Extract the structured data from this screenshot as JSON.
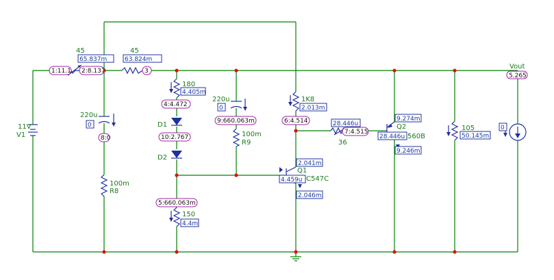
{
  "components": {
    "V1": {
      "name": "V1",
      "value": "11V"
    },
    "Rin": {
      "value": "45"
    },
    "Rs2": {
      "value": "45"
    },
    "C1": {
      "value": "220u"
    },
    "R8": {
      "name": "R8",
      "value": "100m"
    },
    "Rtop": {
      "value": "180"
    },
    "D1": {
      "name": "D1"
    },
    "D2": {
      "name": "D2"
    },
    "Rbot": {
      "value": "150"
    },
    "C2": {
      "value": "220u"
    },
    "R9": {
      "name": "R9",
      "value": "100m"
    },
    "R1K8": {
      "value": "1K8"
    },
    "Rbase": {
      "value": "36"
    },
    "Q1": {
      "name": "Q1",
      "model": "C547C"
    },
    "Q2": {
      "name": "Q2",
      "model": "560B"
    },
    "Rload": {
      "value": "105"
    },
    "Vout": {
      "name": "Vout"
    }
  },
  "nodes": {
    "n1": "1:11.1",
    "n2": "2:8.137",
    "n3": "3",
    "n4": "4:4.472",
    "n5": "5:660.063m",
    "n6": "6:4.514",
    "n7": "7:4.515",
    "n8": "8:0",
    "n9": "9:660.063m",
    "n10": "10:2.767"
  },
  "readings": {
    "i_rin": "65.837m",
    "i_rs2": "63.824m",
    "c1_i": "0",
    "i_rtop": "4.405m",
    "i_rbot": "4.4m",
    "c2_i": "0",
    "i_r1k8": "2.013m",
    "i_rbase": "28.446u",
    "q1_c": "2.041m",
    "q1_b": "4.459u",
    "q1_e": "2.046m",
    "q2_c": "9.274m",
    "q2_b": "28.446u",
    "q2_e": "9.246m",
    "i_load": "50.145m",
    "is_i": "0",
    "vout": "5.265"
  }
}
